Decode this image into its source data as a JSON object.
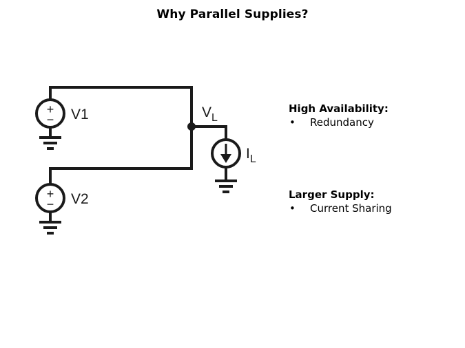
{
  "title": "Why Parallel Supplies?",
  "diagram": {
    "sources": [
      {
        "label": "V1",
        "plus": "+",
        "minus": "−"
      },
      {
        "label": "V2",
        "plus": "+",
        "minus": "−"
      }
    ],
    "node_label": {
      "main": "V",
      "sub": "L"
    },
    "load_label": {
      "main": "I",
      "sub": "L"
    }
  },
  "sections": [
    {
      "heading": "High Availability:",
      "bullets": [
        "Redundancy"
      ]
    },
    {
      "heading": "Larger Supply:",
      "bullets": [
        "Current Sharing"
      ]
    }
  ],
  "bullet_glyph": "•"
}
